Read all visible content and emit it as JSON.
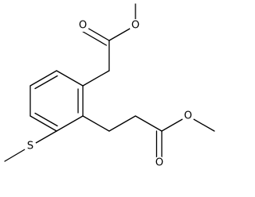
{
  "structure": {
    "atoms": {
      "o_carbonyl_top": "O",
      "o_ester_top": "O",
      "o_ester_right": "O",
      "o_carbonyl_bottom": "O",
      "s_thioether": "S"
    }
  }
}
